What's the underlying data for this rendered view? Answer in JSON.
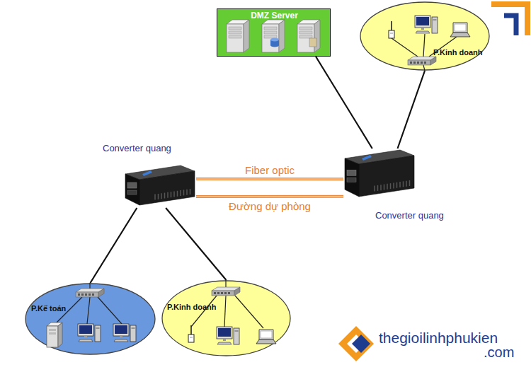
{
  "diagram": {
    "nodes": [
      {
        "text": [
          "DMZ Server"
        ]
      },
      {
        "text": [
          "P.Kinh doanh"
        ]
      },
      {
        "text": [
          "Converter quang"
        ]
      },
      {
        "text": [
          "Converter quang"
        ]
      },
      {
        "text": [
          "P.Kế toán"
        ]
      },
      {
        "text": [
          "P.Kinh doanh"
        ]
      }
    ],
    "edges": [
      {
        "from": 0,
        "to": 3,
        "arrow": "none"
      },
      {
        "from": 1,
        "to": 3,
        "arrow": "none"
      },
      {
        "from": 2,
        "to": 3,
        "label": "Fiber optic",
        "arrow": "none"
      },
      {
        "from": 2,
        "to": 3,
        "label": "Đường dự phòng",
        "arrow": "none"
      },
      {
        "from": 2,
        "to": 4,
        "arrow": "none"
      },
      {
        "from": 2,
        "to": 5,
        "arrow": "none"
      }
    ],
    "labels": [
      "thegioilinhphukien",
      ".com"
    ]
  }
}
